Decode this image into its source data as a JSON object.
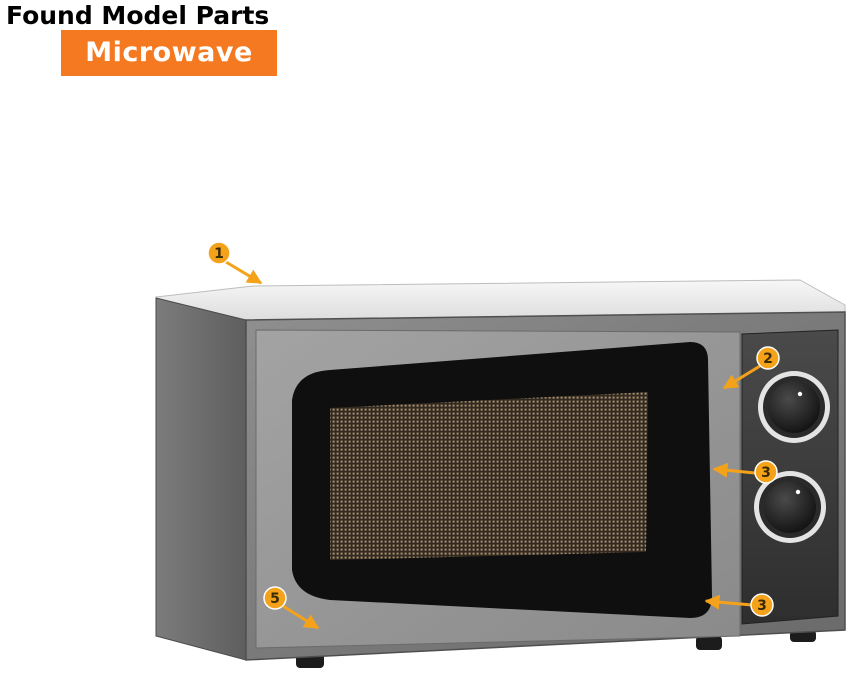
{
  "header": {
    "title": "Found Model Parts",
    "badge": "Microwave"
  },
  "colors": {
    "accent": "#f47920",
    "callout": "#f5a21b",
    "arrow": "#f5a21b"
  },
  "callouts": [
    {
      "id": "callout-1",
      "number": "1"
    },
    {
      "id": "callout-2",
      "number": "2"
    },
    {
      "id": "callout-3a",
      "number": "3"
    },
    {
      "id": "callout-3b",
      "number": "3"
    },
    {
      "id": "callout-5",
      "number": "5"
    }
  ]
}
